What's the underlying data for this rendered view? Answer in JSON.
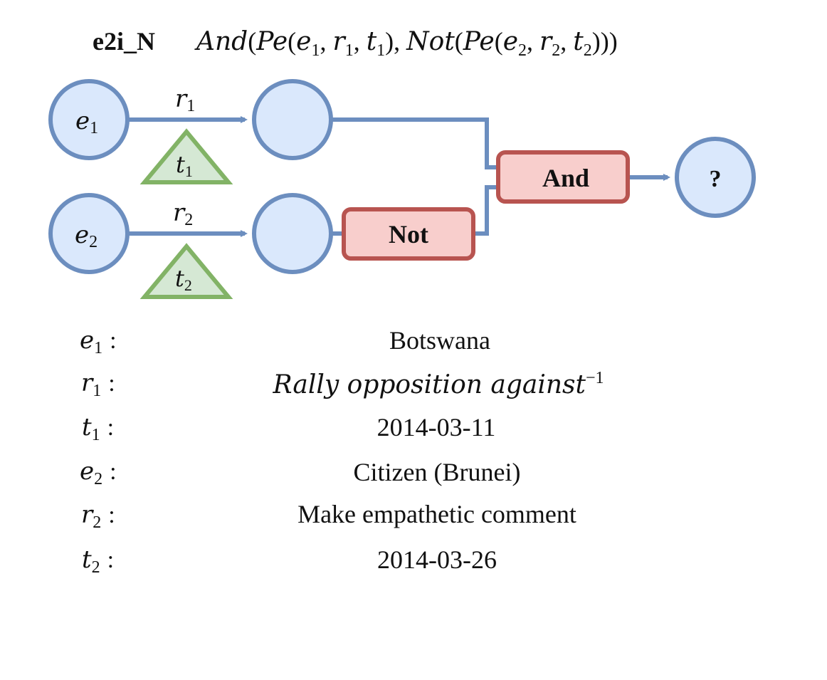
{
  "header": {
    "query_name": "e2i_N",
    "formula": {
      "and": "And",
      "pe": "Pe",
      "not": "Not",
      "e1": "e",
      "e1_sub": "1",
      "r1": "r",
      "r1_sub": "1",
      "t1": "t",
      "t1_sub": "1",
      "e2": "e",
      "e2_sub": "2",
      "r2": "r",
      "r2_sub": "2",
      "t2": "t",
      "t2_sub": "2"
    }
  },
  "diagram": {
    "anchor_e1": {
      "sym": "e",
      "sub": "1"
    },
    "anchor_e2": {
      "sym": "e",
      "sub": "2"
    },
    "relation_r1": {
      "sym": "r",
      "sub": "1"
    },
    "relation_r2": {
      "sym": "r",
      "sub": "2"
    },
    "time_t1": {
      "sym": "t",
      "sub": "1"
    },
    "time_t2": {
      "sym": "t",
      "sub": "2"
    },
    "not_label": "Not",
    "and_label": "And",
    "answer_label": "?"
  },
  "legend": [
    {
      "sym": "e",
      "sub": "1",
      "colon": ":",
      "value": "Botswana",
      "italic": false
    },
    {
      "sym": "r",
      "sub": "1",
      "colon": ":",
      "value": "Rally opposition against",
      "sup": "−1",
      "italic": true
    },
    {
      "sym": "t",
      "sub": "1",
      "colon": ":",
      "value": "2014-03-11",
      "italic": false
    },
    {
      "sym": "e",
      "sub": "2",
      "colon": ":",
      "value": "Citizen (Brunei)",
      "italic": false
    },
    {
      "sym": "r",
      "sub": "2",
      "colon": ":",
      "value": "Make empathetic comment",
      "italic": false
    },
    {
      "sym": "t",
      "sub": "2",
      "colon": ":",
      "value": "2014-03-26",
      "italic": false
    }
  ],
  "colors": {
    "node_fill": "#dae8fc",
    "node_stroke": "#6c8ebf",
    "op_fill": "#f8cecc",
    "op_stroke": "#b85450",
    "time_fill": "#d5e8d4",
    "time_stroke": "#82b366"
  }
}
